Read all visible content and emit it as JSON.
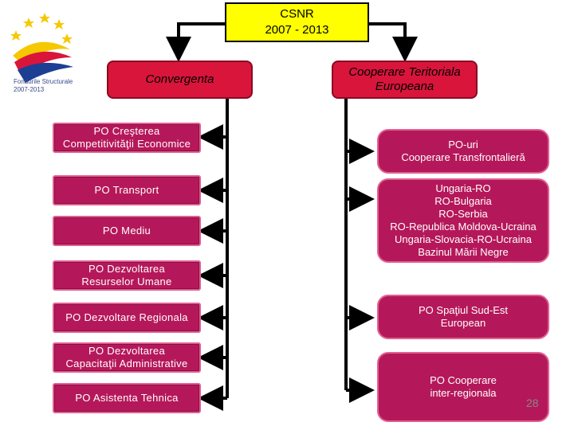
{
  "root": {
    "title": "CSNR",
    "period": "2007 - 2013"
  },
  "logo": {
    "caption_line1": "Fondurile Structurale",
    "caption_line2": "2007-2013"
  },
  "left": {
    "header": "Convergenta",
    "items": [
      "PO Creşterea\nCompetitivităţii Economice",
      "PO Transport",
      "PO Mediu",
      "PO Dezvoltarea\nResurselor Umane",
      "PO Dezvoltare Regionala",
      "PO Dezvoltarea\nCapacitaţii Administrative",
      "PO Asistenta Tehnica"
    ]
  },
  "right": {
    "header": "Cooperare Teritoriala\nEuropeana",
    "items": [
      "PO-uri\nCooperare Transfrontalieră",
      "Ungaria-RO\nRO-Bulgaria\nRO-Serbia\nRO-Republica Moldova-Ucraina\nUngaria-Slovacia-RO-Ucraina\nBazinul Mării Negre",
      "PO Spaţiul Sud-Est\nEuropean",
      "PO Cooperare\ninter-regionala"
    ]
  },
  "colors": {
    "root_fill": "#ffff00",
    "header_fill": "#d9153b",
    "item_fill": "#b5185a"
  },
  "page_number": "28"
}
